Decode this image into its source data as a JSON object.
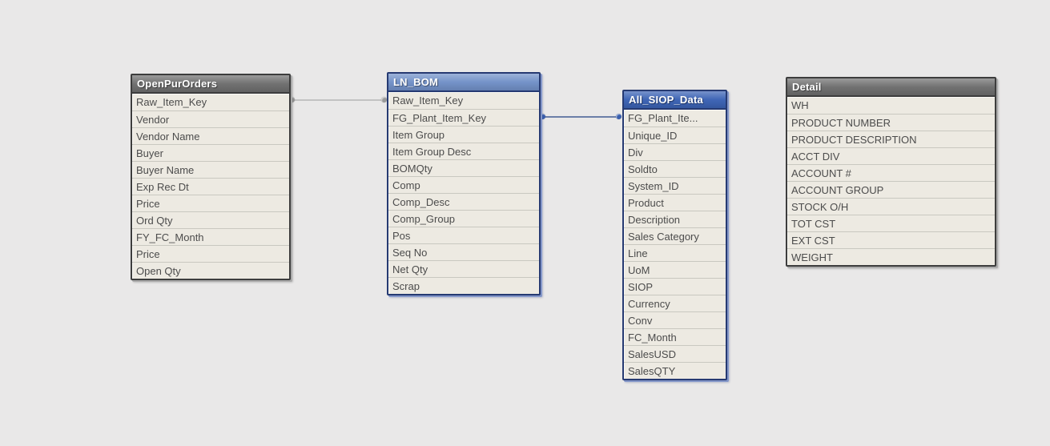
{
  "canvas": {
    "background_color": "#e9e8e8"
  },
  "tables": [
    {
      "id": "openpurorders",
      "title": "OpenPurOrders",
      "theme": "gray",
      "header_color": "#6f6f6f",
      "fields": [
        "Raw_Item_Key",
        "Vendor",
        "Vendor Name",
        "Buyer",
        "Buyer Name",
        "Exp Rec Dt",
        "Price",
        "Ord Qty",
        "FY_FC_Month",
        "Price",
        "Open Qty"
      ]
    },
    {
      "id": "ln-bom",
      "title": "LN_BOM",
      "theme": "blue",
      "header_color": "#7291c8",
      "fields": [
        "Raw_Item_Key",
        "FG_Plant_Item_Key",
        "Item Group",
        "Item Group Desc",
        "BOMQty",
        "Comp",
        "Comp_Desc",
        "Comp_Group",
        "Pos",
        "Seq No",
        "Net Qty",
        "Scrap"
      ]
    },
    {
      "id": "all-siop-data",
      "title": "All_SIOP_Data",
      "theme": "blue-dark",
      "header_color": "#3c63b5",
      "fields": [
        "FG_Plant_Ite...",
        "Unique_ID",
        "Div",
        "Soldto",
        "System_ID",
        "Product",
        "Description",
        "Sales Category",
        "Line",
        "UoM",
        "SIOP",
        "Currency",
        "Conv",
        "FC_Month",
        "SalesUSD",
        "SalesQTY"
      ]
    },
    {
      "id": "detail",
      "title": "Detail",
      "theme": "gray",
      "header_color": "#6f6f6f",
      "fields": [
        "WH",
        "PRODUCT NUMBER",
        "PRODUCT DESCRIPTION",
        "ACCT DIV",
        "ACCOUNT #",
        "ACCOUNT GROUP",
        "STOCK O/H",
        "TOT CST",
        "EXT CST",
        "WEIGHT"
      ]
    }
  ],
  "connections": [
    {
      "from_table": "OpenPurOrders",
      "from_field": "Raw_Item_Key",
      "to_table": "LN_BOM",
      "to_field": "Raw_Item_Key",
      "line_color": "#c2c2c2",
      "dot_color": "#9a9a9a"
    },
    {
      "from_table": "LN_BOM",
      "from_field": "FG_Plant_Item_Key",
      "to_table": "All_SIOP_Data",
      "to_field": "FG_Plant_Ite...",
      "line_color": "#6b7ea8",
      "dot_color": "#3a5fae"
    }
  ]
}
